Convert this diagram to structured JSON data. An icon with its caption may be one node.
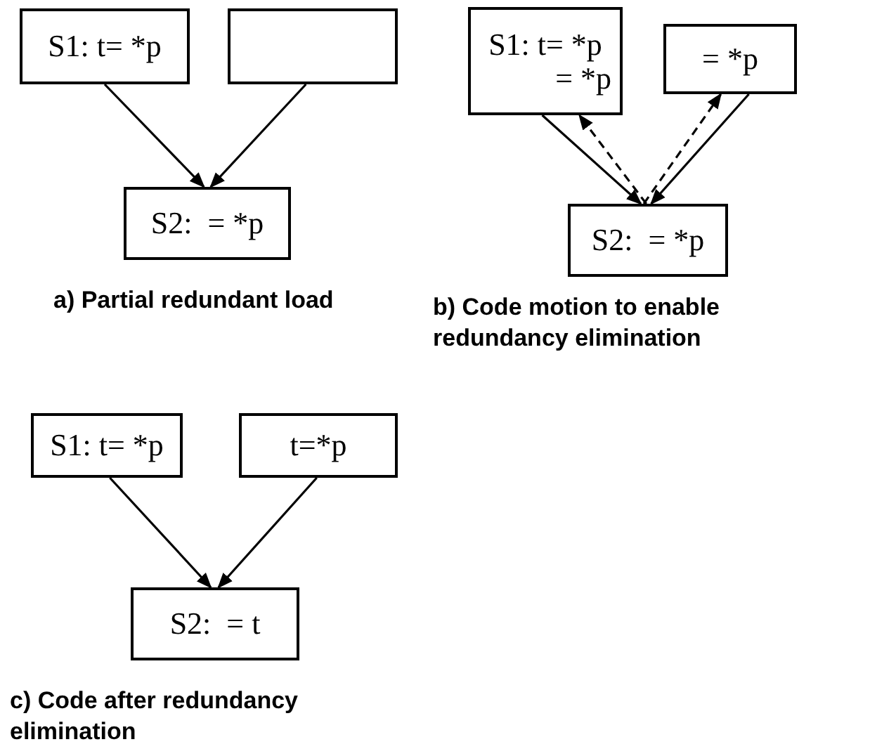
{
  "diagram": {
    "nodes": [
      {
        "text": [
          "S1: t= *p"
        ]
      },
      {
        "text": [],
        "shape": "box"
      },
      {
        "text": [
          "S2:  = *p"
        ]
      },
      {
        "text": [
          "S1: t= *p",
          "= *p"
        ]
      },
      {
        "text": [
          "= *p"
        ]
      },
      {
        "text": [
          "S2:  = *p"
        ]
      },
      {
        "text": [
          "S1: t= *p"
        ]
      },
      {
        "text": [
          "t=*p"
        ]
      },
      {
        "text": [
          "S2:  = t"
        ]
      }
    ],
    "edges": [
      {
        "from": 0,
        "to": 2,
        "arrow": "to"
      },
      {
        "from": 1,
        "to": 2,
        "arrow": "to"
      },
      {
        "from": 3,
        "to": 5,
        "arrow": "to"
      },
      {
        "from": 5,
        "to": 3,
        "arrow": "to",
        "style": "dashed"
      },
      {
        "from": 4,
        "to": 5,
        "arrow": "to"
      },
      {
        "from": 5,
        "to": 4,
        "arrow": "to",
        "style": "dashed"
      },
      {
        "from": 6,
        "to": 8,
        "arrow": "to"
      },
      {
        "from": 7,
        "to": 8,
        "arrow": "to"
      }
    ],
    "labels": [
      "a) Partial redundant load",
      "b) Code motion to enable redundancy elimination",
      "c) Code after redundancy elimination"
    ]
  }
}
